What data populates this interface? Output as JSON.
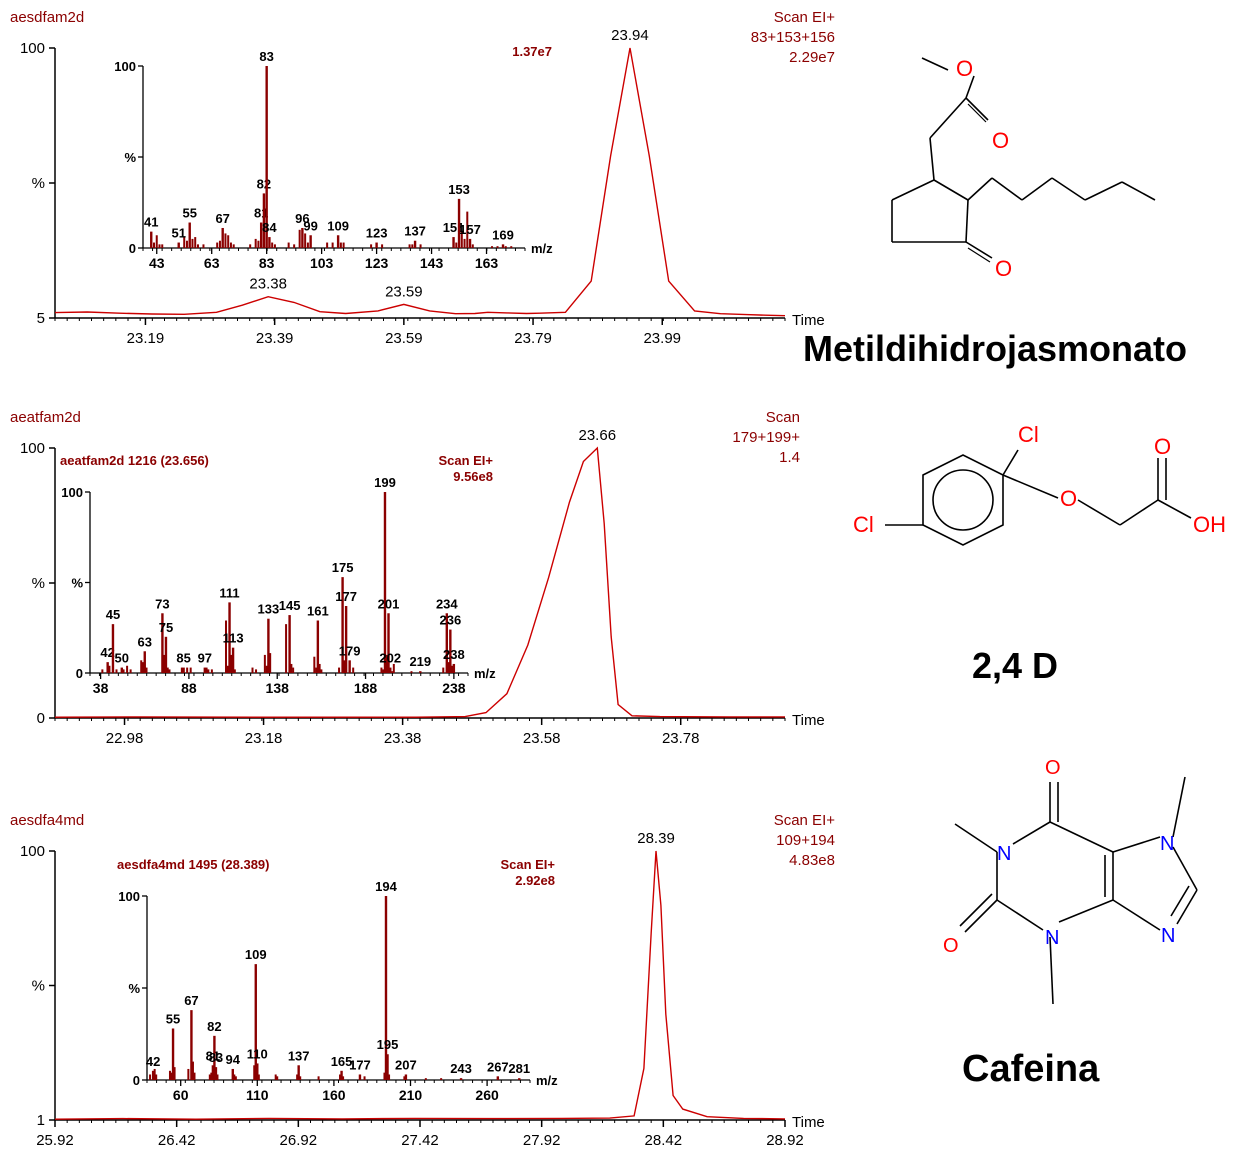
{
  "colors": {
    "trace": "#cc0000",
    "spectrum": "#8b0000",
    "label_text": "#8b0000",
    "axis": "#000000",
    "atom_label": "#ff0000"
  },
  "chart_data": [
    {
      "type": "line",
      "file": "aesdfam2d",
      "scan_label": "Scan EI+",
      "ions": "83+153+156",
      "intensity": "2.29e7",
      "xlabel": "Time",
      "ylabel": "%",
      "xlim": [
        23.05,
        24.18
      ],
      "ylim": [
        5,
        100
      ],
      "y_ticks": [
        "100",
        "%",
        "5"
      ],
      "x_ticks": [
        "23.19",
        "23.39",
        "23.59",
        "23.79",
        "23.99"
      ],
      "peaks": [
        {
          "x": 23.38,
          "y": 12.5,
          "label": "23.38"
        },
        {
          "x": 23.59,
          "y": 9.8,
          "label": "23.59"
        },
        {
          "x": 23.94,
          "y": 100,
          "label": "23.94"
        }
      ],
      "points": [
        [
          23.05,
          6.9
        ],
        [
          23.1,
          7.1
        ],
        [
          23.15,
          6.7
        ],
        [
          23.2,
          6.4
        ],
        [
          23.25,
          6.3
        ],
        [
          23.3,
          7.0
        ],
        [
          23.34,
          9.5
        ],
        [
          23.38,
          12.5
        ],
        [
          23.42,
          10.5
        ],
        [
          23.46,
          7.2
        ],
        [
          23.5,
          6.6
        ],
        [
          23.55,
          7.5
        ],
        [
          23.59,
          9.8
        ],
        [
          23.63,
          7.5
        ],
        [
          23.67,
          6.5
        ],
        [
          23.7,
          6.6
        ],
        [
          23.72,
          7.0
        ],
        [
          23.75,
          6.8
        ],
        [
          23.78,
          6.6
        ],
        [
          23.8,
          6.7
        ],
        [
          23.84,
          7.0
        ],
        [
          23.88,
          18
        ],
        [
          23.91,
          62
        ],
        [
          23.94,
          100
        ],
        [
          23.97,
          62
        ],
        [
          24.0,
          18
        ],
        [
          24.04,
          7.5
        ],
        [
          24.08,
          6.5
        ],
        [
          24.12,
          6.2
        ],
        [
          24.15,
          6.0
        ],
        [
          24.18,
          5.8
        ]
      ],
      "inset": {
        "file_label": "",
        "scan_label": "",
        "intensity": "1.37e7",
        "ylabel": "%",
        "xlabel": "m/z",
        "y_ticks": [
          "100",
          "%",
          "0"
        ],
        "xlim": [
          38,
          177
        ],
        "x_ticks": [
          "43",
          "63",
          "83",
          "103",
          "123",
          "143",
          "163"
        ],
        "peaks": [
          {
            "mz": 41,
            "i": 9,
            "label": "41"
          },
          {
            "mz": 51,
            "i": 3,
            "label": "51"
          },
          {
            "mz": 55,
            "i": 14,
            "label": "55"
          },
          {
            "mz": 67,
            "i": 11,
            "label": "67"
          },
          {
            "mz": 81,
            "i": 14,
            "label": "81"
          },
          {
            "mz": 82,
            "i": 30,
            "label": "82"
          },
          {
            "mz": 83,
            "i": 100,
            "label": "83"
          },
          {
            "mz": 84,
            "i": 6,
            "label": "84"
          },
          {
            "mz": 96,
            "i": 11,
            "label": "96"
          },
          {
            "mz": 99,
            "i": 7,
            "label": "99"
          },
          {
            "mz": 109,
            "i": 7,
            "label": "109"
          },
          {
            "mz": 123,
            "i": 3,
            "label": "123"
          },
          {
            "mz": 137,
            "i": 4,
            "label": "137"
          },
          {
            "mz": 151,
            "i": 6,
            "label": "151"
          },
          {
            "mz": 153,
            "i": 27,
            "label": "153"
          },
          {
            "mz": 157,
            "i": 5,
            "label": "157"
          },
          {
            "mz": 169,
            "i": 2,
            "label": "169"
          }
        ],
        "bars": [
          [
            42,
            3
          ],
          [
            43,
            7
          ],
          [
            44,
            2
          ],
          [
            45,
            2
          ],
          [
            53,
            6
          ],
          [
            54,
            4
          ],
          [
            56,
            5
          ],
          [
            57,
            6
          ],
          [
            58,
            2
          ],
          [
            60,
            2
          ],
          [
            65,
            3
          ],
          [
            66,
            4
          ],
          [
            68,
            8
          ],
          [
            69,
            7
          ],
          [
            70,
            3
          ],
          [
            71,
            2
          ],
          [
            77,
            2
          ],
          [
            79,
            5
          ],
          [
            80,
            4
          ],
          [
            85,
            3
          ],
          [
            86,
            2
          ],
          [
            91,
            3
          ],
          [
            93,
            2
          ],
          [
            95,
            10
          ],
          [
            97,
            8
          ],
          [
            98,
            3
          ],
          [
            105,
            3
          ],
          [
            107,
            3
          ],
          [
            110,
            3
          ],
          [
            111,
            3
          ],
          [
            121,
            2
          ],
          [
            125,
            2
          ],
          [
            135,
            2
          ],
          [
            136,
            2
          ],
          [
            139,
            2
          ],
          [
            152,
            3
          ],
          [
            154,
            9
          ],
          [
            155,
            5
          ],
          [
            156,
            20
          ],
          [
            158,
            2
          ],
          [
            165,
            1
          ],
          [
            167,
            1
          ],
          [
            170,
            1
          ],
          [
            172,
            1
          ]
        ]
      }
    },
    {
      "type": "line",
      "file": "aeatfam2d",
      "scan_label": "Scan",
      "ions": "179+199+",
      "intensity": "1.4",
      "xlabel": "Time",
      "ylabel": "%",
      "xlim": [
        22.88,
        23.93
      ],
      "ylim": [
        0,
        100
      ],
      "y_ticks": [
        "100",
        "%",
        "0"
      ],
      "x_ticks": [
        "22.98",
        "23.18",
        "23.38",
        "23.58",
        "23.78"
      ],
      "peaks": [
        {
          "x": 23.66,
          "y": 100,
          "label": "23.66"
        }
      ],
      "points": [
        [
          22.88,
          0.3
        ],
        [
          23.0,
          0.4
        ],
        [
          23.2,
          0.3
        ],
        [
          23.4,
          0.3
        ],
        [
          23.47,
          0.5
        ],
        [
          23.5,
          2
        ],
        [
          23.53,
          9
        ],
        [
          23.56,
          27
        ],
        [
          23.59,
          52
        ],
        [
          23.62,
          80
        ],
        [
          23.64,
          95
        ],
        [
          23.66,
          100
        ],
        [
          23.67,
          72
        ],
        [
          23.68,
          30
        ],
        [
          23.69,
          5
        ],
        [
          23.71,
          0.8
        ],
        [
          23.75,
          0.5
        ],
        [
          23.85,
          0.4
        ],
        [
          23.93,
          0.4
        ]
      ],
      "inset": {
        "file_label": "aeatfam2d 1216 (23.656)",
        "scan_label": "Scan EI+",
        "intensity": "9.56e8",
        "ylabel": "%",
        "xlabel": "m/z",
        "y_ticks": [
          "100",
          "%",
          "0"
        ],
        "xlim": [
          32,
          246
        ],
        "x_ticks": [
          "38",
          "88",
          "138",
          "188",
          "238"
        ],
        "peaks": [
          {
            "mz": 42,
            "i": 6,
            "label": "42"
          },
          {
            "mz": 45,
            "i": 27,
            "label": "45"
          },
          {
            "mz": 50,
            "i": 3,
            "label": "50"
          },
          {
            "mz": 63,
            "i": 12,
            "label": "63"
          },
          {
            "mz": 73,
            "i": 33,
            "label": "73"
          },
          {
            "mz": 75,
            "i": 20,
            "label": "75"
          },
          {
            "mz": 85,
            "i": 3,
            "label": "85"
          },
          {
            "mz": 97,
            "i": 3,
            "label": "97"
          },
          {
            "mz": 111,
            "i": 39,
            "label": "111"
          },
          {
            "mz": 113,
            "i": 14,
            "label": "113"
          },
          {
            "mz": 133,
            "i": 30,
            "label": "133"
          },
          {
            "mz": 145,
            "i": 32,
            "label": "145"
          },
          {
            "mz": 161,
            "i": 29,
            "label": "161"
          },
          {
            "mz": 175,
            "i": 53,
            "label": "175"
          },
          {
            "mz": 177,
            "i": 37,
            "label": "177"
          },
          {
            "mz": 179,
            "i": 7,
            "label": "179"
          },
          {
            "mz": 199,
            "i": 100,
            "label": "199"
          },
          {
            "mz": 201,
            "i": 33,
            "label": "201"
          },
          {
            "mz": 202,
            "i": 3,
            "label": "202"
          },
          {
            "mz": 219,
            "i": 1,
            "label": "219"
          },
          {
            "mz": 234,
            "i": 33,
            "label": "234"
          },
          {
            "mz": 236,
            "i": 24,
            "label": "236"
          },
          {
            "mz": 238,
            "i": 5,
            "label": "238"
          }
        ],
        "bars": [
          [
            39,
            2
          ],
          [
            43,
            4
          ],
          [
            47,
            2
          ],
          [
            51,
            2
          ],
          [
            53,
            4
          ],
          [
            55,
            2
          ],
          [
            61,
            7
          ],
          [
            62,
            6
          ],
          [
            64,
            3
          ],
          [
            74,
            10
          ],
          [
            76,
            3
          ],
          [
            77,
            2
          ],
          [
            84,
            3
          ],
          [
            87,
            3
          ],
          [
            89,
            3
          ],
          [
            98,
            3
          ],
          [
            99,
            2
          ],
          [
            101,
            2
          ],
          [
            109,
            29
          ],
          [
            110,
            4
          ],
          [
            112,
            10
          ],
          [
            114,
            2
          ],
          [
            124,
            3
          ],
          [
            126,
            2
          ],
          [
            131,
            10
          ],
          [
            132,
            4
          ],
          [
            134,
            11
          ],
          [
            143,
            27
          ],
          [
            146,
            5
          ],
          [
            147,
            3
          ],
          [
            159,
            9
          ],
          [
            160,
            3
          ],
          [
            162,
            5
          ],
          [
            163,
            2
          ],
          [
            173,
            3
          ],
          [
            176,
            7
          ],
          [
            181,
            3
          ],
          [
            197,
            3
          ],
          [
            198,
            2
          ],
          [
            200,
            10
          ],
          [
            203,
            1
          ],
          [
            204,
            5
          ],
          [
            214,
            1
          ],
          [
            232,
            3
          ],
          [
            235,
            6
          ],
          [
            237,
            4
          ]
        ]
      }
    },
    {
      "type": "line",
      "file": "aesdfa4md",
      "scan_label": "Scan EI+",
      "ions": "109+194",
      "intensity": "4.83e8",
      "xlabel": "Time",
      "ylabel": "%",
      "xlim": [
        25.92,
        28.92
      ],
      "ylim": [
        1,
        100
      ],
      "y_ticks": [
        "100",
        "%",
        "1"
      ],
      "x_ticks": [
        "25.92",
        "26.42",
        "26.92",
        "27.42",
        "27.92",
        "28.42",
        "28.92"
      ],
      "peaks": [
        {
          "x": 28.39,
          "y": 100,
          "label": "28.39"
        }
      ],
      "points": [
        [
          25.92,
          1.3
        ],
        [
          26.2,
          1.5
        ],
        [
          26.5,
          1.3
        ],
        [
          26.8,
          1.6
        ],
        [
          27.1,
          1.4
        ],
        [
          27.4,
          1.6
        ],
        [
          27.7,
          1.5
        ],
        [
          28.0,
          1.6
        ],
        [
          28.2,
          1.7
        ],
        [
          28.3,
          2.5
        ],
        [
          28.34,
          20
        ],
        [
          28.37,
          70
        ],
        [
          28.39,
          100
        ],
        [
          28.41,
          80
        ],
        [
          28.43,
          40
        ],
        [
          28.46,
          10
        ],
        [
          28.5,
          5
        ],
        [
          28.6,
          2.2
        ],
        [
          28.75,
          1.6
        ],
        [
          28.92,
          1.4
        ]
      ],
      "inset": {
        "file_label": "aesdfa4md 1495 (28.389)",
        "scan_label": "Scan EI+",
        "intensity": "2.92e8",
        "ylabel": "%",
        "xlabel": "m/z",
        "y_ticks": [
          "100",
          "%",
          "0"
        ],
        "xlim": [
          38,
          288
        ],
        "x_ticks": [
          "60",
          "110",
          "160",
          "210",
          "260"
        ],
        "peaks": [
          {
            "mz": 42,
            "i": 5,
            "label": "42"
          },
          {
            "mz": 55,
            "i": 28,
            "label": "55"
          },
          {
            "mz": 67,
            "i": 38,
            "label": "67"
          },
          {
            "mz": 81,
            "i": 8,
            "label": "81"
          },
          {
            "mz": 82,
            "i": 24,
            "label": "82"
          },
          {
            "mz": 83,
            "i": 7,
            "label": "83"
          },
          {
            "mz": 94,
            "i": 6,
            "label": "94"
          },
          {
            "mz": 109,
            "i": 63,
            "label": "109"
          },
          {
            "mz": 110,
            "i": 9,
            "label": "110"
          },
          {
            "mz": 137,
            "i": 8,
            "label": "137"
          },
          {
            "mz": 165,
            "i": 5,
            "label": "165"
          },
          {
            "mz": 177,
            "i": 3,
            "label": "177"
          },
          {
            "mz": 194,
            "i": 100,
            "label": "194"
          },
          {
            "mz": 195,
            "i": 14,
            "label": "195"
          },
          {
            "mz": 207,
            "i": 3,
            "label": "207"
          },
          {
            "mz": 243,
            "i": 1,
            "label": "243"
          },
          {
            "mz": 267,
            "i": 2,
            "label": "267"
          },
          {
            "mz": 281,
            "i": 1,
            "label": "281"
          }
        ],
        "bars": [
          [
            40,
            3
          ],
          [
            43,
            6
          ],
          [
            44,
            3
          ],
          [
            53,
            5
          ],
          [
            54,
            4
          ],
          [
            56,
            7
          ],
          [
            65,
            6
          ],
          [
            68,
            10
          ],
          [
            69,
            4
          ],
          [
            79,
            3
          ],
          [
            80,
            4
          ],
          [
            84,
            3
          ],
          [
            95,
            3
          ],
          [
            96,
            2
          ],
          [
            108,
            8
          ],
          [
            111,
            3
          ],
          [
            122,
            3
          ],
          [
            123,
            2
          ],
          [
            136,
            3
          ],
          [
            138,
            2
          ],
          [
            150,
            2
          ],
          [
            164,
            3
          ],
          [
            166,
            2
          ],
          [
            180,
            2
          ],
          [
            193,
            4
          ],
          [
            196,
            3
          ],
          [
            206,
            2
          ],
          [
            220,
            1
          ],
          [
            230,
            1
          ]
        ]
      }
    }
  ],
  "compounds": [
    "Metildihidrojasmonato",
    "2,4 D",
    "Cafeina"
  ],
  "atom_labels": {
    "O": "O",
    "Cl": "Cl",
    "OH": "OH",
    "N": "N"
  }
}
